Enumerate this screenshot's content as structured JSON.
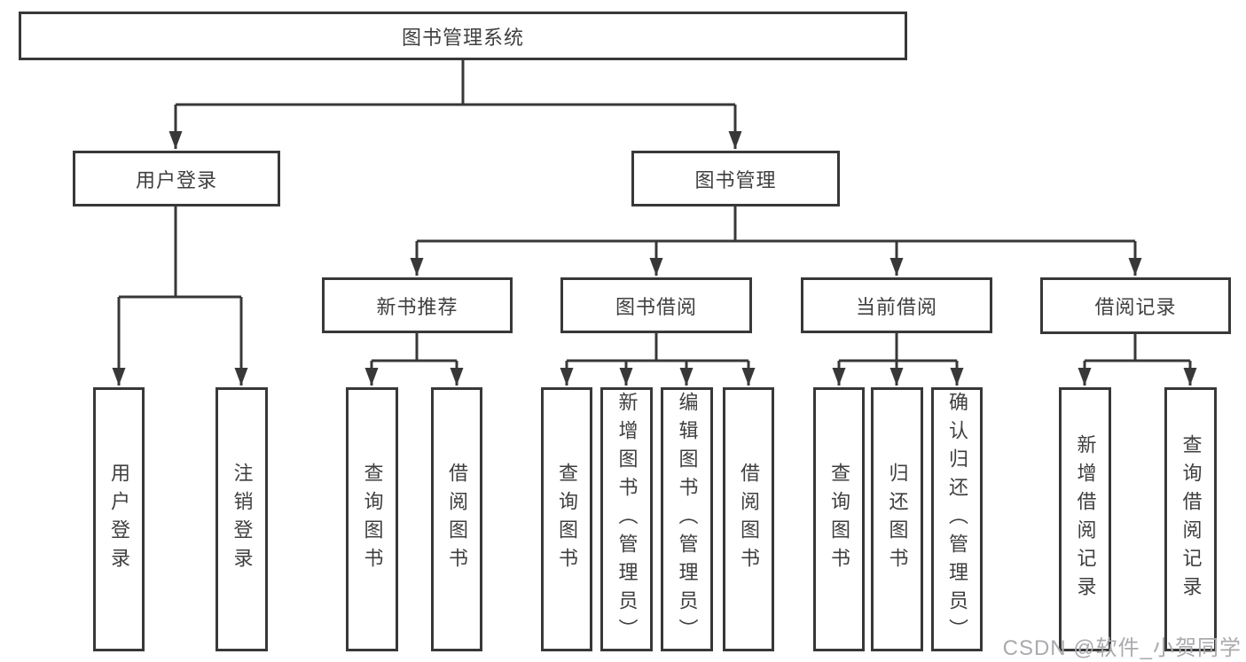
{
  "colors": {
    "line": "#383838",
    "text": "#3f3f3f",
    "watermark": "#aaaaae",
    "bg": "#ffffff"
  },
  "watermark": {
    "text": "CSDN @软件_小贺同学"
  },
  "tree": {
    "root": {
      "label": "图书管理系统"
    },
    "branches": [
      {
        "label": "用户登录",
        "children": [
          {
            "label": "用户登录"
          },
          {
            "label": "注销登录"
          }
        ]
      },
      {
        "label": "图书管理",
        "children": [
          {
            "label": "新书推荐",
            "children": [
              {
                "label": "查询图书"
              },
              {
                "label": "借阅图书"
              }
            ]
          },
          {
            "label": "图书借阅",
            "children": [
              {
                "label": "查询图书"
              },
              {
                "label": "新增图书（管理员）"
              },
              {
                "label": "编辑图书（管理员）"
              },
              {
                "label": "借阅图书"
              }
            ]
          },
          {
            "label": "当前借阅",
            "children": [
              {
                "label": "查询图书"
              },
              {
                "label": "归还图书"
              },
              {
                "label": "确认归还（管理员）"
              }
            ]
          },
          {
            "label": "借阅记录",
            "children": [
              {
                "label": "新增借阅记录"
              },
              {
                "label": "查询借阅记录"
              }
            ]
          }
        ]
      }
    ]
  }
}
